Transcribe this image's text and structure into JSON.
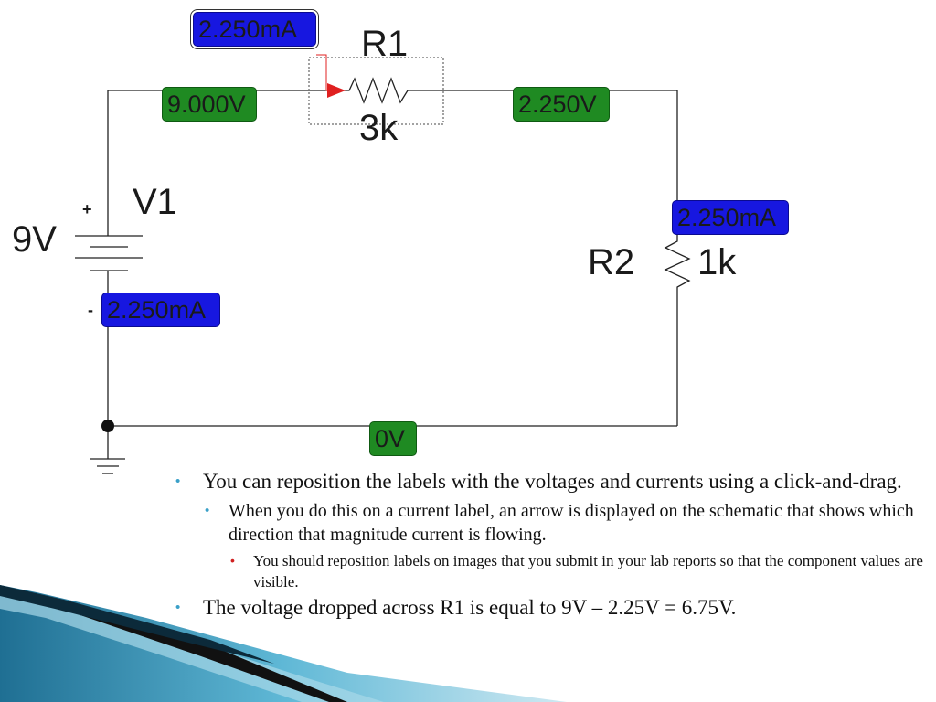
{
  "probes": {
    "r1_current": "2.250mA",
    "left_top_voltage": "9.000V",
    "right_top_voltage": "2.250V",
    "r2_current": "2.250mA",
    "v1_current": "2.250mA",
    "bottom_voltage": "0V"
  },
  "components": {
    "r1": {
      "name": "R1",
      "value": "3k"
    },
    "r2": {
      "name": "R2",
      "value": "1k"
    },
    "v1": {
      "name": "V1",
      "value": "9V",
      "plus": "+",
      "minus": "-"
    }
  },
  "colors": {
    "voltage_probe": "#1f8a22",
    "current_probe": "#1717e0",
    "arrow": "#e02020",
    "bullet_primary": "#3aa0c8",
    "bullet_tertiary": "#d02020"
  },
  "bullets": {
    "item1": " You can reposition the labels with the voltages and currents using a click-and-drag.",
    "item1_sub": "When you do this on a current label, an arrow is displayed on the schematic that shows which direction that magnitude current is flowing.",
    "item1_subsub": "You should reposition labels on images that you submit in your lab reports so that the component values are visible.",
    "item2": "The voltage dropped across R1 is equal to 9V – 2.25V = 6.75V."
  }
}
